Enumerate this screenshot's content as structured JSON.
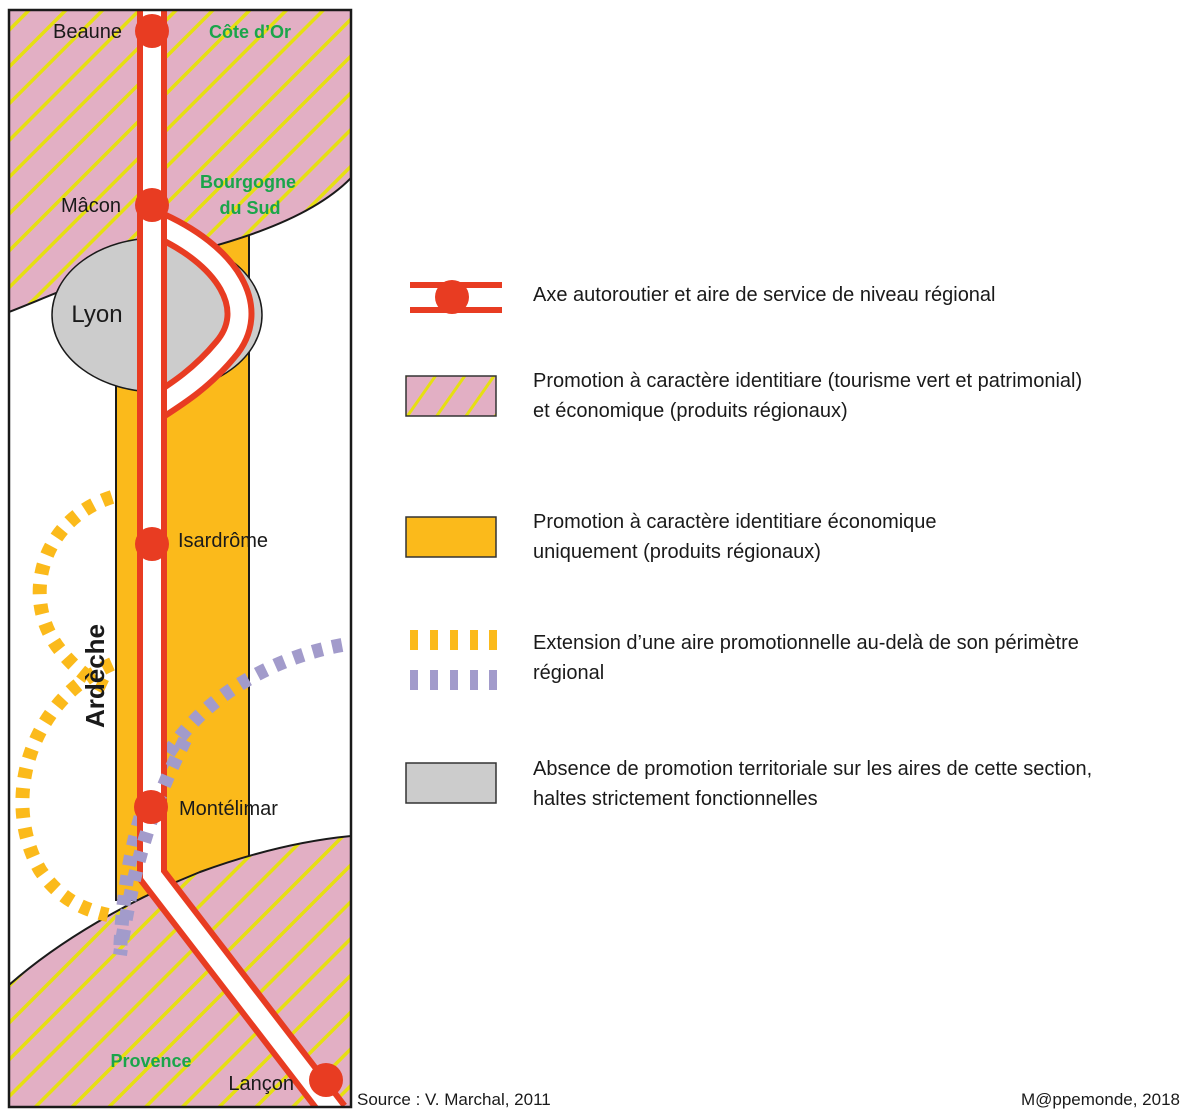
{
  "colors": {
    "highway_red": "#e83c22",
    "pink_fill": "#e2afc4",
    "yellow_hatch": "#e6df12",
    "orange_fill": "#fbba1b",
    "lyon_gray": "#cccccc",
    "region_green": "#1aa54a",
    "extension_orange": "#fbba1b",
    "extension_purple": "#a29bcb"
  },
  "map": {
    "cities": [
      {
        "name": "Beaune"
      },
      {
        "name": "Mâcon"
      },
      {
        "name": "Lyon"
      },
      {
        "name": "Isardrôme"
      },
      {
        "name": "Montélimar"
      },
      {
        "name": "Lançon"
      }
    ],
    "regions": [
      {
        "name": "Côte d’Or"
      },
      {
        "name": "Bourgogne"
      },
      {
        "name": "du Sud"
      },
      {
        "name": "Provence"
      },
      {
        "name": "Ardèche"
      }
    ]
  },
  "legend": {
    "items": [
      {
        "symbol": "highway-service-area",
        "lines": [
          "Axe autoroutier et aire de service de niveau régional"
        ]
      },
      {
        "symbol": "pink-hatched",
        "lines": [
          "Promotion à caractère identitiare (tourisme vert et patrimonial)",
          "et économique (produits régionaux)"
        ]
      },
      {
        "symbol": "orange-fill",
        "lines": [
          "Promotion à caractère identitiare économique",
          "uniquement (produits régionaux)"
        ]
      },
      {
        "symbol": "dashed-extension",
        "lines": [
          "Extension d’une aire promotionnelle au-delà de son périmètre",
          "régional"
        ]
      },
      {
        "symbol": "gray-fill",
        "lines": [
          "Absence de promotion territoriale sur les aires de cette section,",
          "haltes strictement fonctionnelles"
        ]
      }
    ]
  },
  "credits": {
    "source": "Source : V. Marchal, 2011",
    "publisher": "M@ppemonde, 2018"
  }
}
